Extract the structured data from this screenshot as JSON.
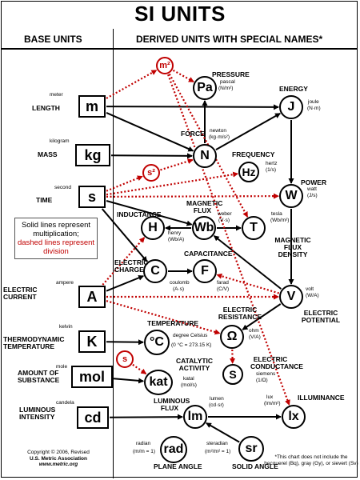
{
  "title": "SI UNITS",
  "headers": {
    "base": "BASE UNITS",
    "derived": "DERIVED UNITS WITH SPECIAL NAMES*"
  },
  "base_units": [
    {
      "key": "m",
      "symbol": "m",
      "quantity": "LENGTH",
      "name": "meter"
    },
    {
      "key": "kg",
      "symbol": "kg",
      "quantity": "MASS",
      "name": "kilogram"
    },
    {
      "key": "s",
      "symbol": "s",
      "quantity": "TIME",
      "name": "second"
    },
    {
      "key": "A",
      "symbol": "A",
      "quantity": "ELECTRIC CURRENT",
      "name": "ampere"
    },
    {
      "key": "K",
      "symbol": "K",
      "quantity": "THERMODYNAMIC TEMPERATURE",
      "name": "kelvin"
    },
    {
      "key": "mol",
      "symbol": "mol",
      "quantity": "AMOUNT OF SUBSTANCE",
      "name": "mole"
    },
    {
      "key": "cd",
      "symbol": "cd",
      "quantity": "LUMINOUS INTENSITY",
      "name": "candela"
    }
  ],
  "intermediates": [
    {
      "key": "m2",
      "symbol": "m²"
    },
    {
      "key": "s2",
      "symbol": "s²"
    },
    {
      "key": "s_cat",
      "symbol": "s"
    }
  ],
  "derived_units": [
    {
      "key": "Pa",
      "symbol": "Pa",
      "quantity": "PRESSURE",
      "name": "pascal",
      "definition": "(N/m²)"
    },
    {
      "key": "J",
      "symbol": "J",
      "quantity": "ENERGY",
      "name": "joule",
      "definition": "(N·m)"
    },
    {
      "key": "N",
      "symbol": "N",
      "quantity": "FORCE",
      "name": "newton",
      "definition": "(kg·m/s²)"
    },
    {
      "key": "Hz",
      "symbol": "Hz",
      "quantity": "FREQUENCY",
      "name": "hertz",
      "definition": "(1/s)"
    },
    {
      "key": "W",
      "symbol": "W",
      "quantity": "POWER",
      "name": "watt",
      "definition": "(J/s)"
    },
    {
      "key": "H",
      "symbol": "H",
      "quantity": "INDUCTANCE",
      "name": "henry",
      "definition": "(Wb/A)"
    },
    {
      "key": "Wb",
      "symbol": "Wb",
      "quantity": "MAGNETIC FLUX",
      "name": "weber",
      "definition": "(V·s)"
    },
    {
      "key": "T",
      "symbol": "T",
      "quantity": "MAGNETIC FLUX DENSITY",
      "name": "tesla",
      "definition": "(Wb/m²)"
    },
    {
      "key": "C",
      "symbol": "C",
      "quantity": "ELECTRIC CHARGE",
      "name": "coulomb",
      "definition": "(A·s)"
    },
    {
      "key": "F",
      "symbol": "F",
      "quantity": "CAPACITANCE",
      "name": "farad",
      "definition": "(C/V)"
    },
    {
      "key": "V",
      "symbol": "V",
      "quantity": "ELECTRIC POTENTIAL",
      "name": "volt",
      "definition": "(W/A)"
    },
    {
      "key": "Ohm",
      "symbol": "Ω",
      "quantity": "ELECTRIC RESISTANCE",
      "name": "ohm",
      "definition": "(V/A)"
    },
    {
      "key": "degC",
      "symbol": "°C",
      "quantity": "TEMPERATURE",
      "name": "degree Celsius",
      "definition": "(0 °C = 273.15 K)"
    },
    {
      "key": "S",
      "symbol": "S",
      "quantity": "ELECTRIC CONDUCTANCE",
      "name": "siemens",
      "definition": "(1/Ω)"
    },
    {
      "key": "kat",
      "symbol": "kat",
      "quantity": "CATALYTIC ACTIVITY",
      "name": "katal",
      "definition": "(mol/s)"
    },
    {
      "key": "lm",
      "symbol": "lm",
      "quantity": "LUMINOUS FLUX",
      "name": "lumen",
      "definition": "(cd·sr)"
    },
    {
      "key": "lx",
      "symbol": "lx",
      "quantity": "ILLUMINANCE",
      "name": "lux",
      "definition": "(lm/m²)"
    },
    {
      "key": "rad",
      "symbol": "rad",
      "quantity": "PLANE ANGLE",
      "name": "radian",
      "definition": "(m/m = 1)"
    },
    {
      "key": "sr",
      "symbol": "sr",
      "quantity": "SOLID ANGLE",
      "name": "steradian",
      "definition": "(m²/m² = 1)"
    }
  ],
  "note": {
    "solid": "Solid lines represent multiplication;",
    "dashed": "dashed lines represent division"
  },
  "footer": {
    "copyright": "Copyright © 2006, Revised",
    "association": "U.S. Metric Association",
    "website": "www.metric.org",
    "disclaimer": "*This chart does not include the becquerel (Bq), gray (Gy), or sievert (Sv)"
  },
  "colors": {
    "solid_line": "#000000",
    "dashed_line": "#c00000"
  },
  "edges": [
    {
      "from": "m",
      "to": "m2",
      "style": "dashed"
    },
    {
      "from": "m2",
      "to": "Pa",
      "style": "dashed"
    },
    {
      "from": "N",
      "to": "Pa",
      "style": "solid"
    },
    {
      "from": "m",
      "to": "J",
      "style": "solid"
    },
    {
      "from": "N",
      "to": "J",
      "style": "solid"
    },
    {
      "from": "m",
      "to": "N",
      "style": "solid"
    },
    {
      "from": "kg",
      "to": "N",
      "style": "solid"
    },
    {
      "from": "s",
      "to": "s2",
      "style": "dashed"
    },
    {
      "from": "s2",
      "to": "N",
      "style": "dashed"
    },
    {
      "from": "s",
      "to": "Hz",
      "style": "dashed"
    },
    {
      "from": "J",
      "to": "W",
      "style": "solid"
    },
    {
      "from": "s",
      "to": "W",
      "style": "dashed"
    },
    {
      "from": "s",
      "to": "Wb",
      "style": "solid"
    },
    {
      "from": "Wb",
      "to": "H",
      "style": "solid"
    },
    {
      "from": "A",
      "to": "H",
      "style": "dashed"
    },
    {
      "from": "Wb",
      "to": "T",
      "style": "solid"
    },
    {
      "from": "m2",
      "to": "T",
      "style": "dashed"
    },
    {
      "from": "s",
      "to": "C",
      "style": "solid"
    },
    {
      "from": "A",
      "to": "C",
      "style": "solid"
    },
    {
      "from": "C",
      "to": "F",
      "style": "solid"
    },
    {
      "from": "V",
      "to": "F",
      "style": "dashed"
    },
    {
      "from": "W",
      "to": "V",
      "style": "solid"
    },
    {
      "from": "A",
      "to": "V",
      "style": "dashed"
    },
    {
      "from": "V",
      "to": "Wb",
      "style": "solid"
    },
    {
      "from": "V",
      "to": "Ohm",
      "style": "solid"
    },
    {
      "from": "A",
      "to": "Ohm",
      "style": "dashed"
    },
    {
      "from": "Ohm",
      "to": "S",
      "style": "dashed"
    },
    {
      "from": "K",
      "to": "degC",
      "style": "solid"
    },
    {
      "from": "mol",
      "to": "kat",
      "style": "solid"
    },
    {
      "from": "s_cat",
      "to": "kat",
      "style": "dashed"
    },
    {
      "from": "cd",
      "to": "lm",
      "style": "solid"
    },
    {
      "from": "sr",
      "to": "lm",
      "style": "solid"
    },
    {
      "from": "lm",
      "to": "lx",
      "style": "solid"
    },
    {
      "from": "m2",
      "to": "lx",
      "style": "dashed"
    }
  ]
}
